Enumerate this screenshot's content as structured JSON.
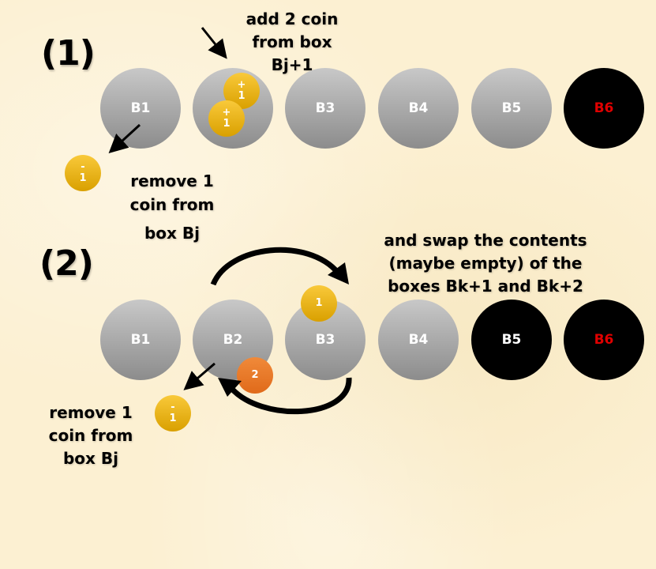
{
  "step1": {
    "label": "(1)",
    "boxes": [
      {
        "label": "B1",
        "style": "grey"
      },
      {
        "label": "B2",
        "style": "grey"
      },
      {
        "label": "B3",
        "style": "grey"
      },
      {
        "label": "B4",
        "style": "grey"
      },
      {
        "label": "B5",
        "style": "grey"
      },
      {
        "label": "B6",
        "style": "black",
        "label_color": "#e00000"
      }
    ],
    "coins": [
      {
        "sign": "+",
        "value": "1",
        "location": "B2 upper"
      },
      {
        "sign": "+",
        "value": "1",
        "location": "B2 lower"
      },
      {
        "sign": "-",
        "value": "1",
        "location": "removed from B1"
      }
    ],
    "add_caption": [
      "add 2 coin",
      "from box",
      "Bj+1"
    ],
    "remove_caption": [
      "remove 1",
      "coin from",
      "box Bj"
    ]
  },
  "step2": {
    "label": "(2)",
    "boxes": [
      {
        "label": "B1",
        "style": "grey"
      },
      {
        "label": "B2",
        "style": "grey"
      },
      {
        "label": "B3",
        "style": "grey"
      },
      {
        "label": "B4",
        "style": "grey"
      },
      {
        "label": "B5",
        "style": "black"
      },
      {
        "label": "B6",
        "style": "black",
        "label_color": "#e00000"
      }
    ],
    "coins": [
      {
        "value": "1",
        "color": "gold",
        "location": "top of B3"
      },
      {
        "value": "2",
        "color": "orange",
        "location": "bottom-right of B2"
      },
      {
        "sign": "-",
        "value": "1",
        "location": "removed from B2"
      }
    ],
    "swap_caption": [
      "and swap the contents",
      "(maybe empty) of the",
      "boxes Bk+1 and Bk+2"
    ],
    "remove_caption": [
      "remove 1",
      "coin from",
      "box Bj"
    ]
  },
  "colors": {
    "background": "#fcf0d2",
    "box_grey_top": "#c8c8c8",
    "box_grey_bottom": "#8c8c8c",
    "box_black": "#000000",
    "b6_label": "#e00000",
    "coin_gold": "#f0b820",
    "coin_orange": "#e87a2a"
  }
}
